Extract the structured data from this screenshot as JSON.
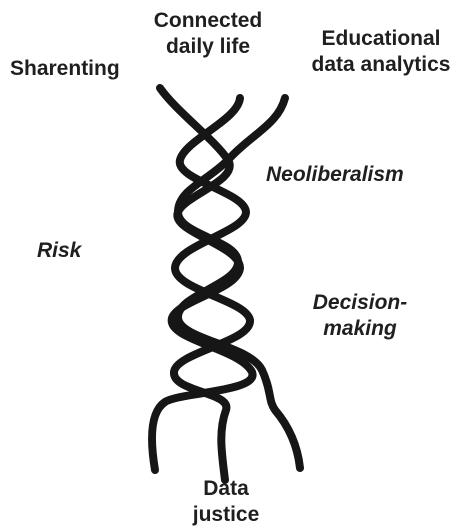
{
  "labels": {
    "sharenting": "Sharenting",
    "connected_line1": "Connected",
    "connected_line2": "daily life",
    "educational_line1": "Educational",
    "educational_line2": "data analytics",
    "neoliberalism": "Neoliberalism",
    "risk": "Risk",
    "decision_line1": "Decision-",
    "decision_line2": "making",
    "data_justice_line1": "Data",
    "data_justice_line2": "justice"
  },
  "strands": {
    "count": 3,
    "color": "#161616"
  }
}
